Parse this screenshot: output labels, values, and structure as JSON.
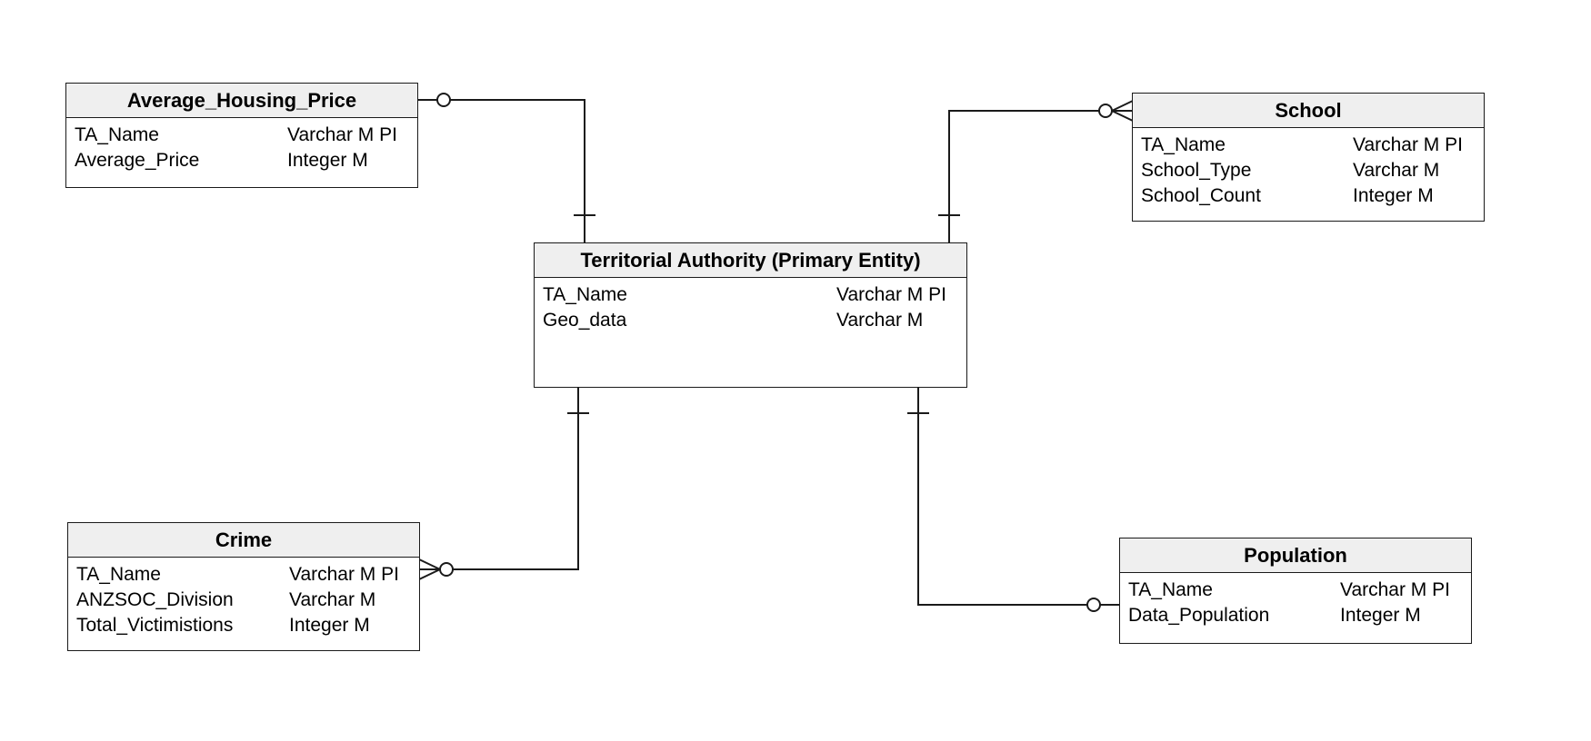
{
  "diagram": {
    "entities": {
      "housing": {
        "title": "Average_Housing_Price",
        "attributes": [
          {
            "name": "TA_Name",
            "type": "Varchar M PI"
          },
          {
            "name": "Average_Price",
            "type": "Integer  M"
          }
        ]
      },
      "school": {
        "title": "School",
        "attributes": [
          {
            "name": "TA_Name",
            "type": "Varchar M PI"
          },
          {
            "name": "School_Type",
            "type": "Varchar M"
          },
          {
            "name": "School_Count",
            "type": "Integer  M"
          }
        ]
      },
      "territorial": {
        "title": "Territorial Authority (Primary Entity)",
        "attributes": [
          {
            "name": "TA_Name",
            "type": "Varchar M PI"
          },
          {
            "name": "Geo_data",
            "type": "Varchar M"
          }
        ]
      },
      "crime": {
        "title": "Crime",
        "attributes": [
          {
            "name": "TA_Name",
            "type": "Varchar M PI"
          },
          {
            "name": "ANZSOC_Division",
            "type": "Varchar M"
          },
          {
            "name": "Total_Victimistions",
            "type": "Integer  M"
          }
        ]
      },
      "population": {
        "title": "Population",
        "attributes": [
          {
            "name": "TA_Name",
            "type": "Varchar M PI"
          },
          {
            "name": "Data_Population",
            "type": "Integer  M"
          }
        ]
      }
    },
    "relationships": [
      {
        "from": "territorial",
        "to": "housing",
        "from_cardinality": "exactly-one",
        "to_cardinality": "zero-or-one"
      },
      {
        "from": "territorial",
        "to": "school",
        "from_cardinality": "exactly-one",
        "to_cardinality": "zero-or-many"
      },
      {
        "from": "territorial",
        "to": "crime",
        "from_cardinality": "exactly-one",
        "to_cardinality": "zero-or-many"
      },
      {
        "from": "territorial",
        "to": "population",
        "from_cardinality": "exactly-one",
        "to_cardinality": "zero-or-one"
      }
    ],
    "colors": {
      "line": "#1a1a1a",
      "header_fill": "#efefef",
      "entity_fill": "#ffffff"
    }
  }
}
